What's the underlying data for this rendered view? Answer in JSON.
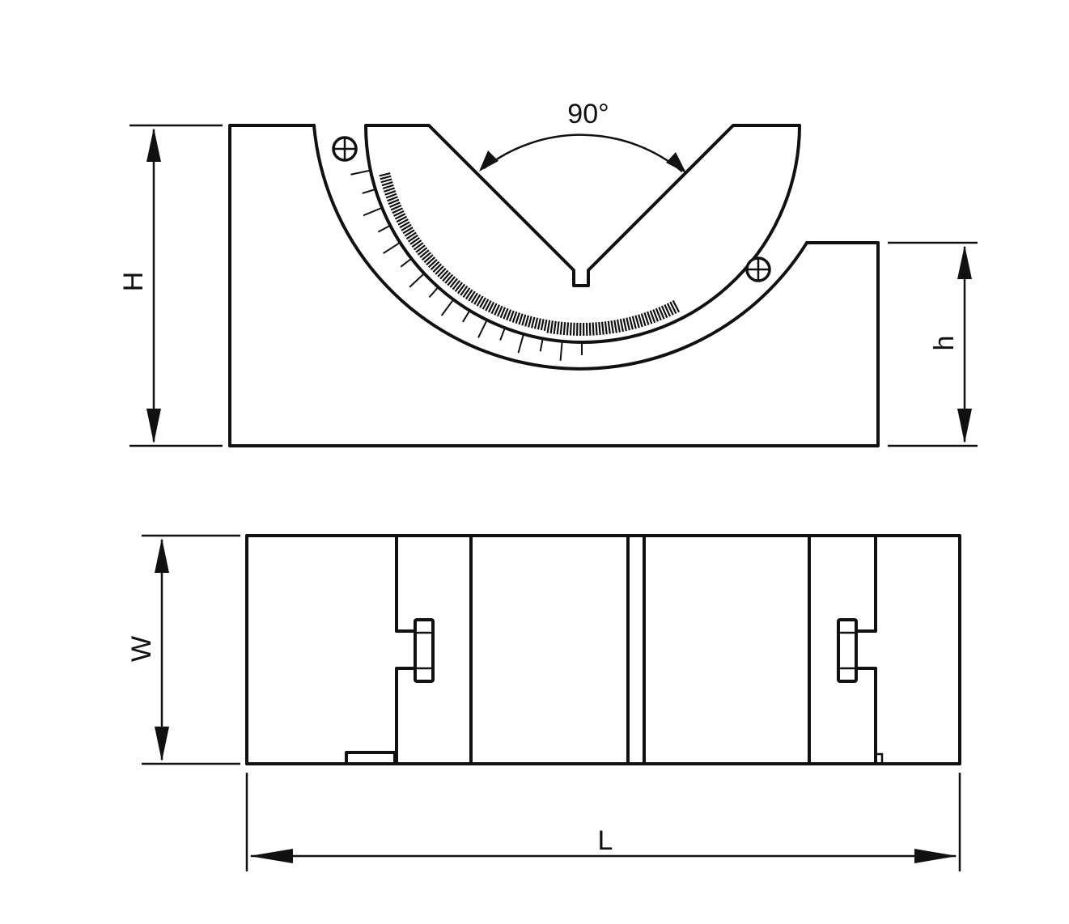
{
  "diagram": {
    "angle_label": "90°",
    "dimensions": {
      "height_label": "H",
      "partial_height_label": "h",
      "width_label": "W",
      "length_label": "L"
    }
  },
  "colors": {
    "line": "#111111",
    "background": "#ffffff"
  }
}
